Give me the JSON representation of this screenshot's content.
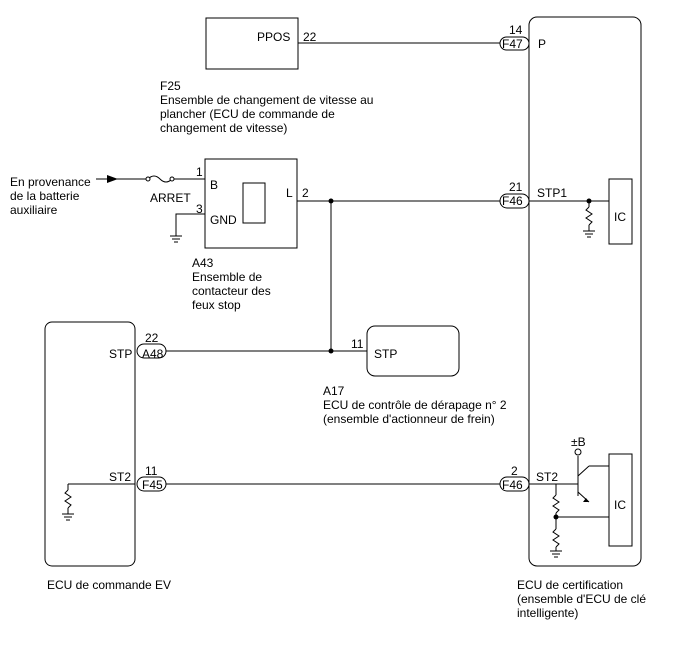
{
  "components": {
    "f25": {
      "code": "F25",
      "name": "Ensemble de changement de vitesse au plancher (ECU de commande de changement de vitesse)",
      "pin_label": "PPOS",
      "pin_number": "22"
    },
    "a43": {
      "code": "A43",
      "name": "Ensemble de contacteur des feux stop",
      "pin_b": "B",
      "pin_b_number": "1",
      "pin_gnd": "GND",
      "pin_gnd_number": "3",
      "pin_l": "L",
      "pin_l_number": "2"
    },
    "a17": {
      "code": "A17",
      "name": "ECU de contrôle de dérapage n° 2 (ensemble d'actionneur de frein)",
      "pin_label": "STP",
      "pin_number": "11"
    },
    "ev_ecu": {
      "name": "ECU de commande EV",
      "pin_stp": "STP",
      "pin_stp_number": "22",
      "connector_stp": "A48",
      "pin_st2": "ST2",
      "pin_st2_number": "11",
      "connector_st2": "F45"
    },
    "cert_ecu": {
      "name": "ECU de certification (ensemble d'ECU de clé intelligente)",
      "pin_p": "P",
      "pin_p_number": "14",
      "connector_p": "F47",
      "pin_stp1": "STP1",
      "pin_stp1_number": "21",
      "connector_stp1": "F46",
      "pin_st2": "ST2",
      "pin_st2_number": "2",
      "connector_st2": "F46",
      "ic_label": "IC",
      "ic2_label": "IC",
      "supply_label": "±B"
    }
  },
  "battery": {
    "label": "En provenance de la batterie auxiliaire",
    "fuse_label": "ARRET"
  }
}
